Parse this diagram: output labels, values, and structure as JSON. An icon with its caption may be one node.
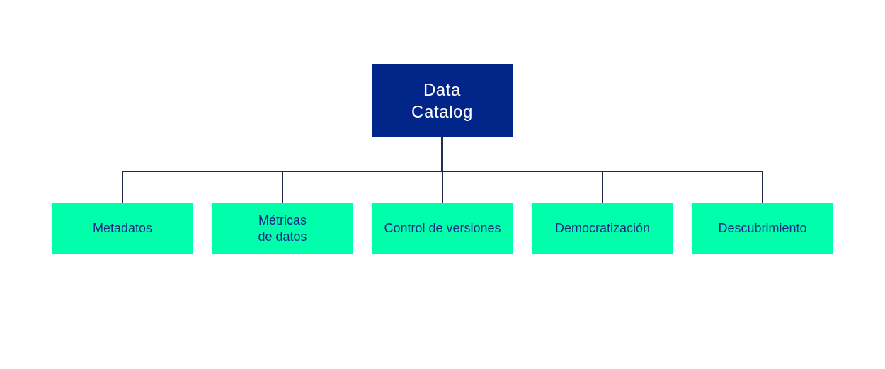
{
  "diagram": {
    "nodes": [
      {
        "text": [
          "Data Catalog"
        ]
      },
      {
        "text": [
          "Metadatos"
        ]
      },
      {
        "text": [
          "Métricas de datos"
        ]
      },
      {
        "text": [
          "Control de versiones"
        ]
      },
      {
        "text": [
          "Democratización"
        ]
      },
      {
        "text": [
          "Descubrimiento"
        ]
      }
    ],
    "edges": [
      {
        "from": 0,
        "to": 1,
        "arrow": "none"
      },
      {
        "from": 0,
        "to": 2,
        "arrow": "none"
      },
      {
        "from": 0,
        "to": 3,
        "arrow": "none"
      },
      {
        "from": 0,
        "to": 4,
        "arrow": "none"
      },
      {
        "from": 0,
        "to": 5,
        "arrow": "none"
      }
    ]
  }
}
